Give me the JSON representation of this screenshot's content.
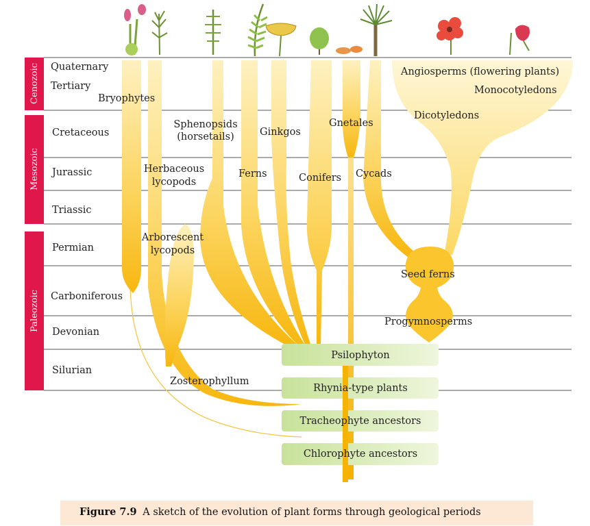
{
  "diagram": {
    "eras": [
      {
        "id": "cenozoic",
        "label": "Cenozoic"
      },
      {
        "id": "mesozoic",
        "label": "Mesozoic"
      },
      {
        "id": "paleozoic",
        "label": "Paleozoic"
      }
    ],
    "periods": [
      {
        "id": "quaternary",
        "label": "Quaternary"
      },
      {
        "id": "tertiary",
        "label": "Tertiary"
      },
      {
        "id": "cretaceous",
        "label": "Cretaceous"
      },
      {
        "id": "jurassic",
        "label": "Jurassic"
      },
      {
        "id": "triassic",
        "label": "Triassic"
      },
      {
        "id": "permian",
        "label": "Permian"
      },
      {
        "id": "carboniferous",
        "label": "Carboniferous"
      },
      {
        "id": "devonian",
        "label": "Devonian"
      },
      {
        "id": "silurian",
        "label": "Silurian"
      }
    ],
    "groups": [
      {
        "id": "bryophytes",
        "lines": [
          "Bryophytes"
        ]
      },
      {
        "id": "sphenopsids",
        "lines": [
          "Sphenopsids",
          "(horsetails)"
        ]
      },
      {
        "id": "ginkgos",
        "lines": [
          "Ginkgos"
        ]
      },
      {
        "id": "gnetales",
        "lines": [
          "Gnetales"
        ]
      },
      {
        "id": "angiosperms",
        "lines": [
          "Angiosperms (flowering plants)"
        ]
      },
      {
        "id": "monocotyledons",
        "lines": [
          "Monocotyledons"
        ]
      },
      {
        "id": "dicotyledons",
        "lines": [
          "Dicotyledons"
        ]
      },
      {
        "id": "herbaceous-lycopods",
        "lines": [
          "Herbaceous",
          "lycopods"
        ]
      },
      {
        "id": "ferns",
        "lines": [
          "Ferns"
        ]
      },
      {
        "id": "conifers",
        "lines": [
          "Conifers"
        ]
      },
      {
        "id": "cycads",
        "lines": [
          "Cycads"
        ]
      },
      {
        "id": "arborescent-lycopods",
        "lines": [
          "Arborescent",
          "lycopods"
        ]
      },
      {
        "id": "seed-ferns",
        "lines": [
          "Seed ferns"
        ]
      },
      {
        "id": "progymnosperms",
        "lines": [
          "Progymnosperms"
        ]
      },
      {
        "id": "zosterophyllum",
        "lines": [
          "Zosterophyllum"
        ]
      }
    ],
    "ancestors": [
      {
        "id": "psilophyton",
        "label": "Psilophyton"
      },
      {
        "id": "rhynia",
        "label": "Rhynia-type plants"
      },
      {
        "id": "tracheophyte",
        "label": "Tracheophyte ancestors"
      },
      {
        "id": "chlorophyte",
        "label": "Chlorophyte ancestors"
      }
    ],
    "colors": {
      "era_band": "#e0174a",
      "branch_light": "#fde9a0",
      "branch_mid": "#fcd25c",
      "branch_dark": "#f8b30c",
      "ancestor_box": "#d7ebb4",
      "grid_line": "#555555",
      "caption_bg": "#fde8d6"
    }
  },
  "caption": {
    "figure_label": "Figure 7.9",
    "text": "A sketch of the evolution of plant forms through geological periods"
  }
}
